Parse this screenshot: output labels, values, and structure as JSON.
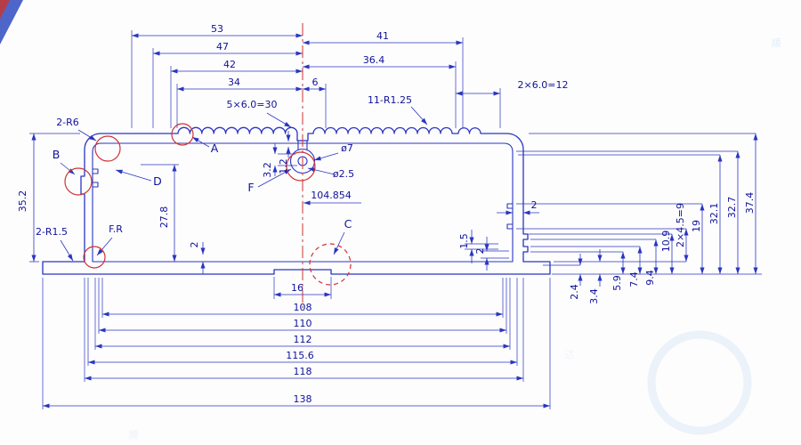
{
  "meta": {
    "type": "technical-drawing",
    "subject": "Aluminum extrusion enclosure profile cross-section",
    "units": "mm"
  },
  "colors": {
    "line": "#2a35c0",
    "text": "#10129a",
    "red": "#cc3333",
    "wm": "#c9def0"
  },
  "top_dims": {
    "d53": "53",
    "d47": "47",
    "d42": "42",
    "d34": "34",
    "d6": "6",
    "fins_left": "5×6.0=30",
    "d41": "41",
    "d36_4": "36.4",
    "fins_pair": "2×6.0=12",
    "fins_right": "11-R1.25"
  },
  "left_dims": {
    "corner_radius": "2-R6",
    "height": "35.2",
    "inner_height": "27.8",
    "base_fillet": "2-R1.5",
    "fillet_note": "F.R",
    "plate_thk": "2"
  },
  "center_dims": {
    "slot_a": "3.2",
    "slot_b": "1.2",
    "boss_od": "ø7",
    "boss_id": "ø2.5",
    "ref_width": "104.854",
    "wall_thk": "2",
    "step_a": "1.5",
    "step_b": "2"
  },
  "bottom_dims": {
    "d16": "16",
    "d108": "108",
    "d110": "110",
    "d112": "112",
    "d115_6": "115.6",
    "d118": "118",
    "d138": "138"
  },
  "right_dims": {
    "d2_4": "2.4",
    "d3_4": "3.4",
    "d5_9": "5.9",
    "d7_4": "7.4",
    "d9_4": "9.4",
    "d10_9": "10.9",
    "d2x4_5": "2×4.5=9",
    "d19": "19",
    "d32_1": "32.1",
    "d32_7": "32.7",
    "d37_4": "37.4"
  },
  "callouts": {
    "a": "A",
    "b": "B",
    "c": "C",
    "d": "D",
    "f": "F"
  },
  "watermark": {
    "char1": "顺",
    "char2": "达",
    "char3": "顺"
  }
}
